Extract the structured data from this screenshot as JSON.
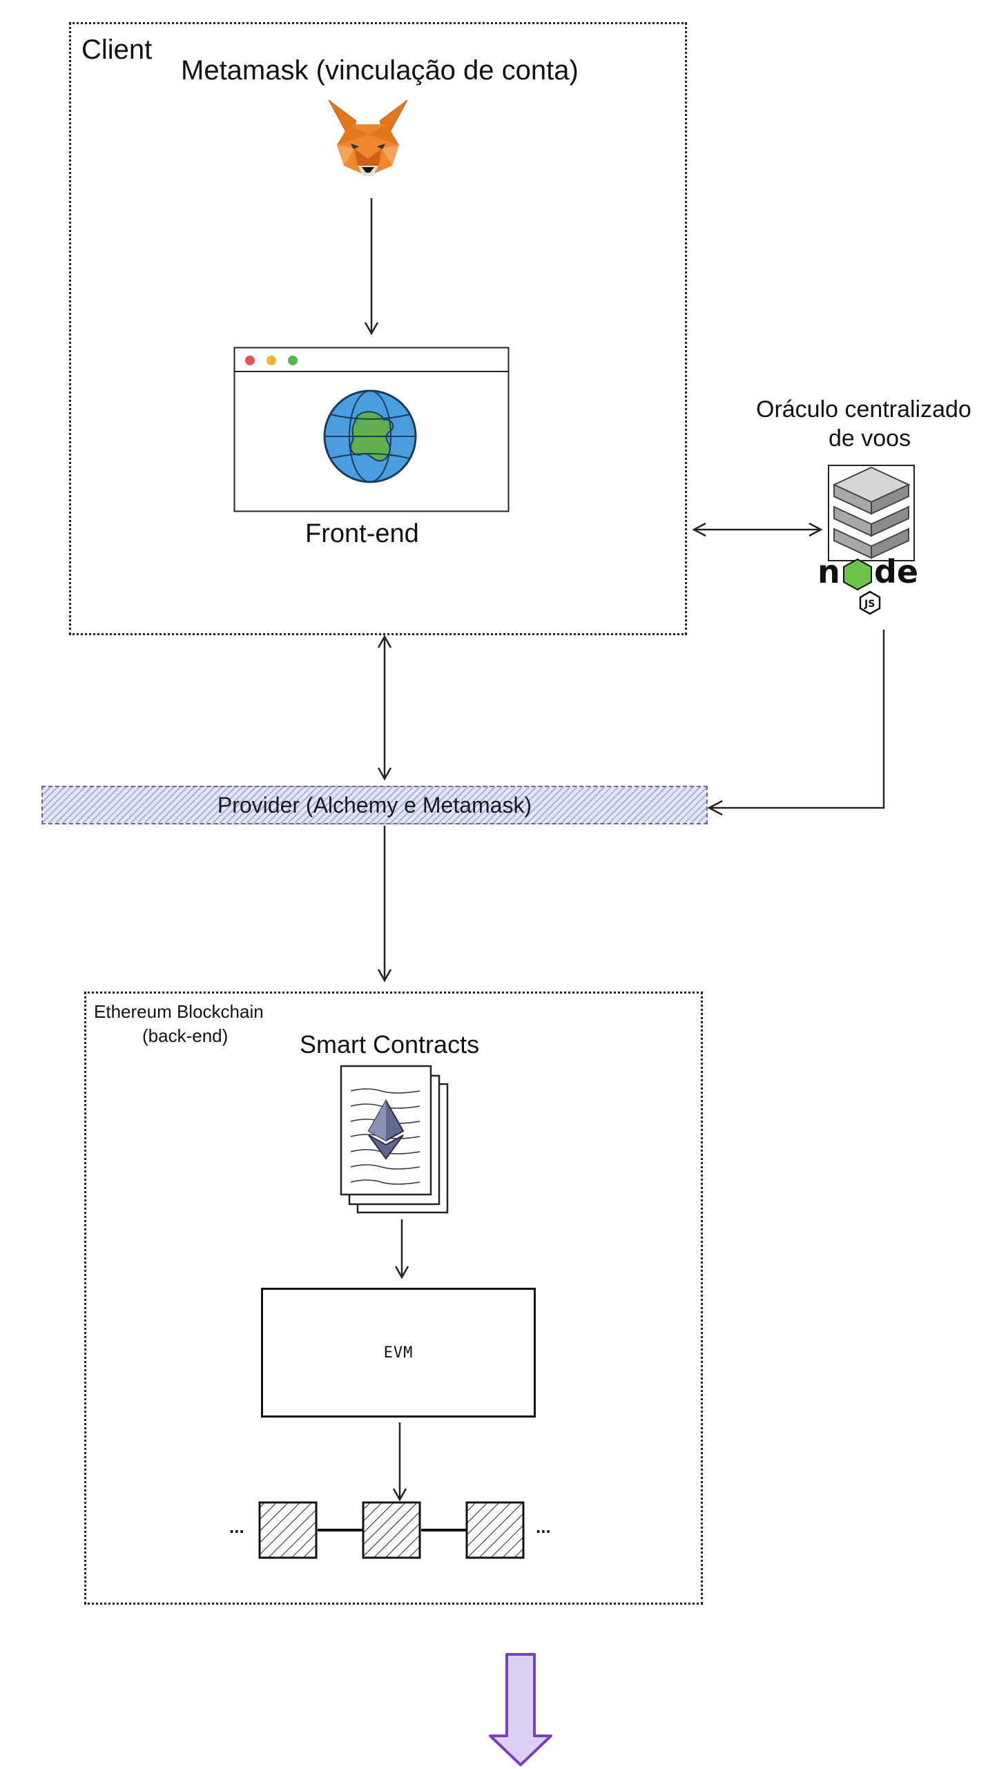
{
  "client": {
    "label": "Client"
  },
  "metamask": {
    "title": "Metamask (vinculação de conta)"
  },
  "frontend": {
    "label": "Front-end"
  },
  "oracle": {
    "line1": "Oráculo centralizado",
    "line2": "de voos",
    "logo_text": "node",
    "logo_sub": "JS"
  },
  "provider": {
    "label": "Provider (Alchemy e Metamask)"
  },
  "blockchain": {
    "line1": "Ethereum Blockchain",
    "line2": "(back-end)",
    "contracts_title": "Smart Contracts",
    "evm_label": "EVM",
    "ellipsis_left": "...",
    "ellipsis_right": "..."
  },
  "colors": {
    "provider_fill": "#e3e6f6",
    "down_arrow_fill": "#dcd1f4",
    "down_arrow_stroke": "#7a3fbf",
    "globe_blue": "#4a9ee0",
    "globe_green": "#5fae4f",
    "fox_orange": "#e8762d",
    "node_green": "#6cc24a"
  },
  "icons": [
    "metamask-fox-icon",
    "browser-window-icon",
    "globe-icon",
    "server-icon",
    "nodejs-logo-icon",
    "ethereum-document-icon",
    "block-icon",
    "down-arrow-icon"
  ]
}
